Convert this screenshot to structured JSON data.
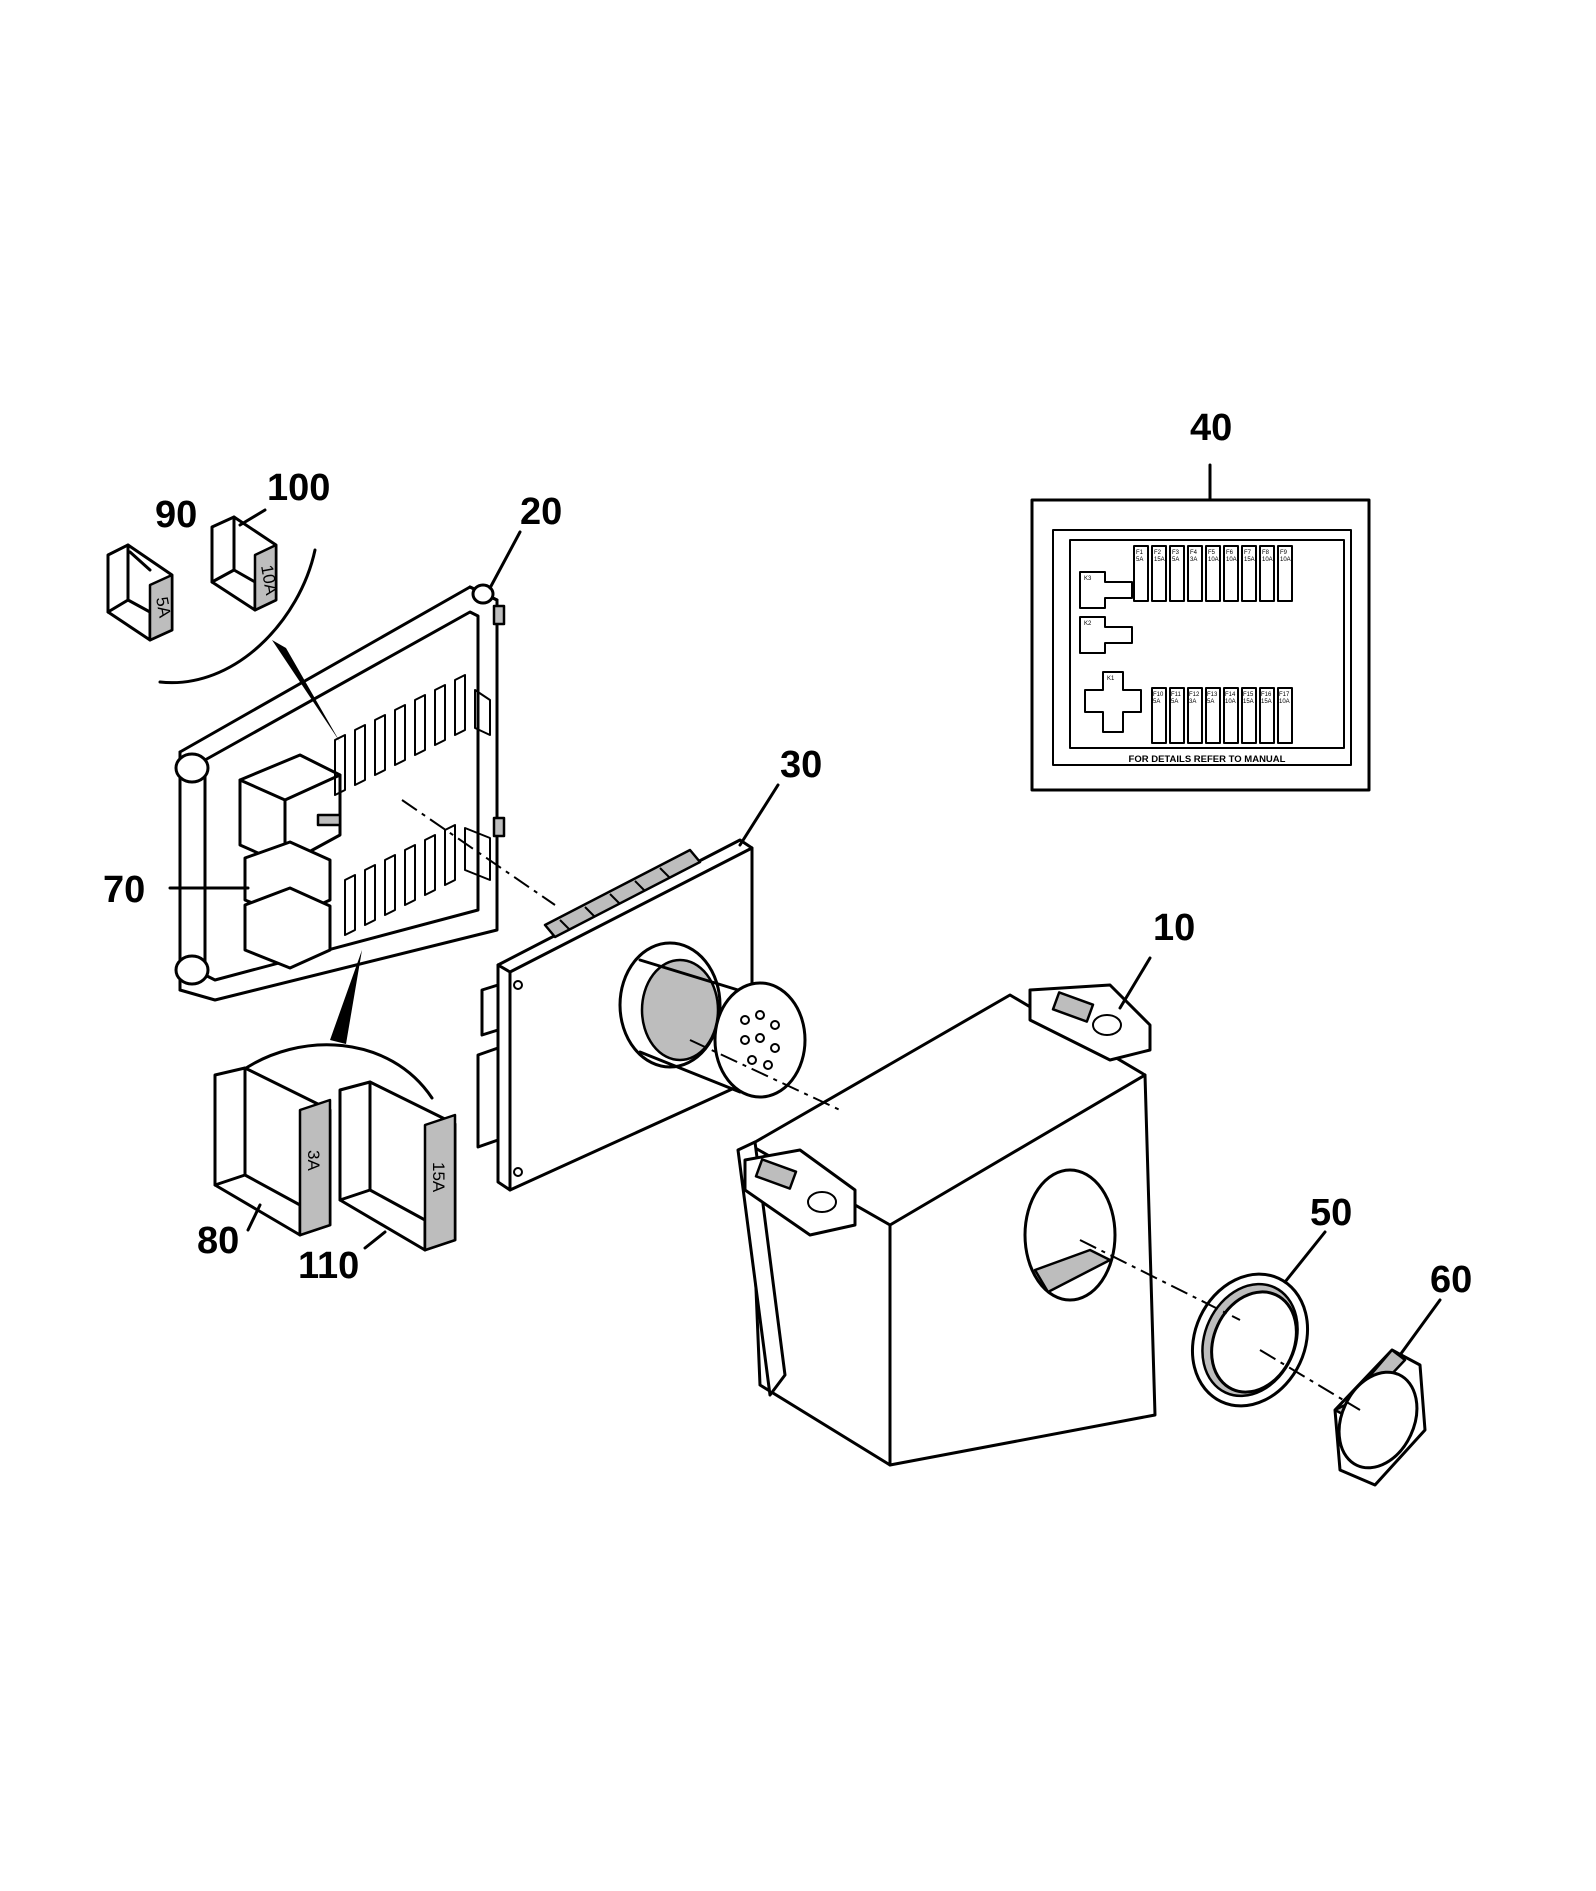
{
  "callouts": {
    "c10": "10",
    "c20": "20",
    "c30": "30",
    "c40": "40",
    "c50": "50",
    "c60": "60",
    "c70": "70",
    "c80": "80",
    "c90": "90",
    "c100": "100",
    "c110": "110"
  },
  "fuse_ratings": {
    "f90": "5A",
    "f100": "10A",
    "f80": "3A",
    "f110": "15A"
  },
  "decal": {
    "footer": "FOR DETAILS REFER TO MANUAL",
    "relays": [
      "K3",
      "K2",
      "K1"
    ],
    "top_fuses": [
      {
        "id": "F1",
        "rating": "5A"
      },
      {
        "id": "F2",
        "rating": "15A"
      },
      {
        "id": "F3",
        "rating": "5A"
      },
      {
        "id": "F4",
        "rating": "3A"
      },
      {
        "id": "F5",
        "rating": "10A"
      },
      {
        "id": "F6",
        "rating": "10A"
      },
      {
        "id": "F7",
        "rating": "15A"
      },
      {
        "id": "F8",
        "rating": "10A"
      },
      {
        "id": "F9",
        "rating": "10A"
      }
    ],
    "bottom_fuses": [
      {
        "id": "F10",
        "rating": "5A"
      },
      {
        "id": "F11",
        "rating": "5A"
      },
      {
        "id": "F12",
        "rating": "3A"
      },
      {
        "id": "F13",
        "rating": "5A"
      },
      {
        "id": "F14",
        "rating": "10A"
      },
      {
        "id": "F15",
        "rating": "15A"
      },
      {
        "id": "F16",
        "rating": "15A"
      },
      {
        "id": "F17",
        "rating": "10A"
      }
    ]
  }
}
